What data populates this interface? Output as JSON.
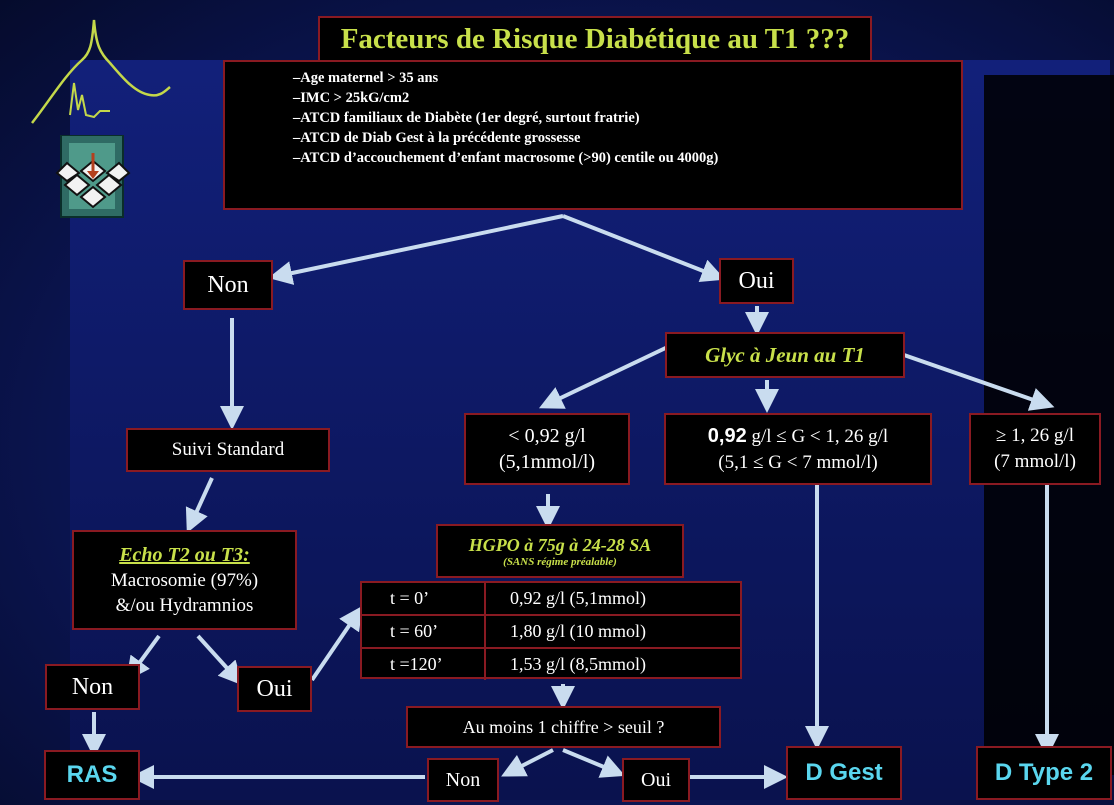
{
  "title": "Facteurs de Risque Diabétique au T1 ???",
  "risk_factors": [
    "–Age maternel > 35 ans",
    "–IMC > 25kG/cm2",
    "–ATCD familiaux de Diabète (1er degré, surtout fratrie)",
    "–ATCD de Diab Gest à la  précédente grossesse",
    "–ATCD d’accouchement d’enfant macrosome (>90) centile ou 4000g)"
  ],
  "non_top": "Non",
  "oui_top": "Oui",
  "glyc": "Glyc à Jeun au T1",
  "suivi": "Suivi Standard",
  "low": {
    "line1": "< 0,92 g/l",
    "line2": "(5,1mmol/l)"
  },
  "mid": {
    "bold": "0,92",
    "line1_rest": " g/l  ≤ G < 1, 26 g/l",
    "line2": "(5,1 ≤ G < 7 mmol/l)"
  },
  "high": {
    "line1": "≥ 1, 26 g/l",
    "line2": "(7 mmol/l)"
  },
  "echo": {
    "title": "Echo T2 ou T3:",
    "line1": "Macrosomie (97%)",
    "line2": "&/ou Hydramnios"
  },
  "hgpo": {
    "title": "HGPO à 75g à 24-28 SA",
    "sub": "(SANS régime préalable)"
  },
  "table": [
    {
      "t": "t =    0’",
      "v": "0,92 g/l (5,1mmol)"
    },
    {
      "t": "t =  60’",
      "v": "1,80 g/l (10 mmol)"
    },
    {
      "t": "t =120’",
      "v": "1,53 g/l (8,5mmol)"
    }
  ],
  "seuil": "Au moins 1 chiffre > seuil ?",
  "non_left": "Non",
  "oui_left": "Oui",
  "ras": "RAS",
  "non_bottom": "Non",
  "oui_bottom": "Oui",
  "dgest": "D Gest",
  "dtype2": "D Type 2",
  "icons": {
    "logo": "mountain-line-logo",
    "cube": "cube-icon"
  },
  "colors": {
    "box_border": "#8a1a22",
    "title_text": "#c8e04a",
    "outcome_text": "#5ad6ee",
    "arrow": "#c9dcef"
  }
}
